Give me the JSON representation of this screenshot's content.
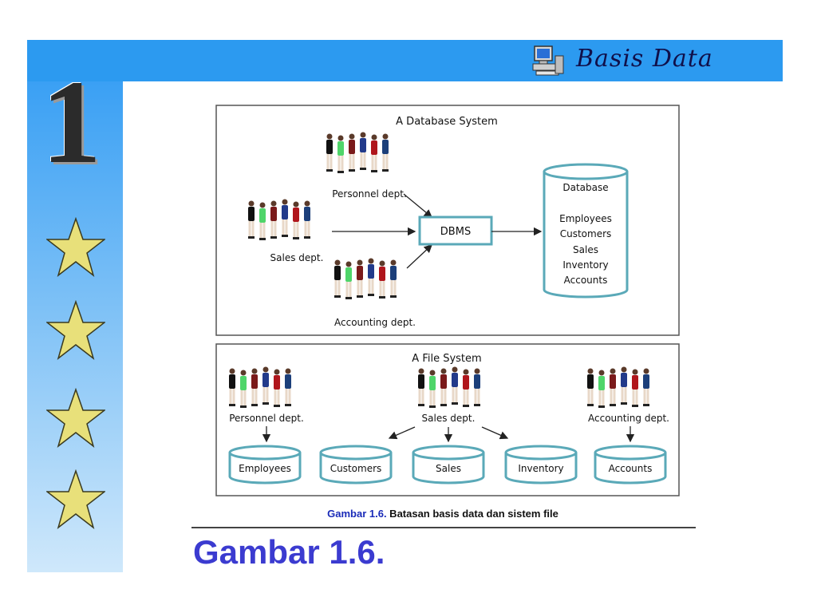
{
  "header": {
    "title": "Basis Data",
    "icon": "computer-icon",
    "bar_color": "#2c9af0"
  },
  "sidebar": {
    "chapter_number": "1",
    "stars": 4,
    "star_color": "#e8e07a"
  },
  "figure": {
    "database_system": {
      "title": "A Database System",
      "groups": [
        "Personnel dept.",
        "Sales dept.",
        "Accounting dept."
      ],
      "dbms_label": "DBMS",
      "database_title": "Database",
      "database_items": [
        "Employees",
        "Customers",
        "Sales",
        "Inventory",
        "Accounts"
      ]
    },
    "file_system": {
      "title": "A File System",
      "groups": [
        "Personnel dept.",
        "Sales dept.",
        "Accounting dept."
      ],
      "files": [
        "Employees",
        "Customers",
        "Sales",
        "Inventory",
        "Accounts"
      ]
    },
    "accent_color": "#5aa9b8"
  },
  "caption": {
    "ref": "Gambar 1.6.",
    "text": " Batasan basis data dan sistem file"
  },
  "heading": "Gambar 1.6."
}
